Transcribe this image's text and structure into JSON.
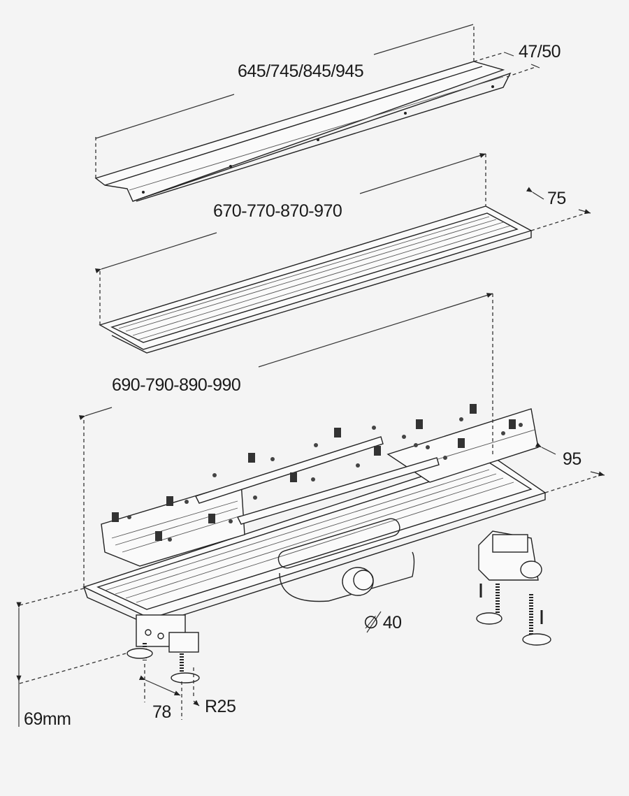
{
  "dimensions": {
    "grate_length": "645/745/845/945",
    "grate_width": "47/50",
    "frame_length": "670-770-870-970",
    "frame_width": "75",
    "channel_length": "690-790-890-990",
    "channel_width": "95",
    "outlet_diameter": "∅ 40",
    "height": "69mm",
    "foot_spacing": "78",
    "foot_radius": "R25"
  }
}
